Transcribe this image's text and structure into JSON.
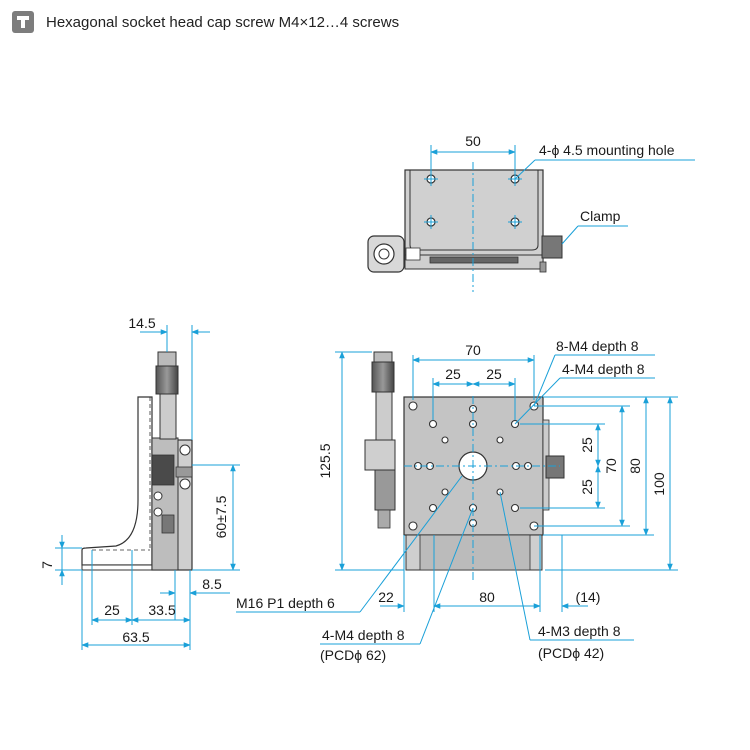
{
  "header": {
    "icon": "screw-icon",
    "text": "Hexagonal socket head cap screw M4×12…4 screws"
  },
  "colors": {
    "dimension": "#1aa0d8",
    "outline": "#333333",
    "body_fill": "#b8b8b8"
  },
  "top_view": {
    "dim_50": "50",
    "mounting_hole_label": "4-ϕ 4.5 mounting hole",
    "clamp_label": "Clamp"
  },
  "side_view": {
    "dim_14_5": "14.5",
    "dim_60": "60±7.5",
    "dim_7": "7",
    "dim_8_5": "8.5",
    "dim_25": "25",
    "dim_33_5": "33.5",
    "dim_63_5": "63.5"
  },
  "front_view": {
    "dim_70_top": "70",
    "dim_25_left": "25",
    "dim_25_right": "25",
    "label_8m4": "8-M4 depth 8",
    "label_4m4_top": "4-M4 depth 8",
    "dim_125_5": "125.5",
    "dim_25_v1": "25",
    "dim_25_v2": "25",
    "dim_70_v": "70",
    "dim_80_v": "80",
    "dim_100_v": "100",
    "dim_22": "22",
    "dim_80_h": "80",
    "dim_14": "(14)",
    "label_m16": "M16 P1 depth 6",
    "label_4m4_bottom": "4-M4 depth 8",
    "label_pcd62": "(PCDϕ 62)",
    "label_4m3": "4-M3 depth 8",
    "label_pcd42": "(PCDϕ 42)"
  }
}
